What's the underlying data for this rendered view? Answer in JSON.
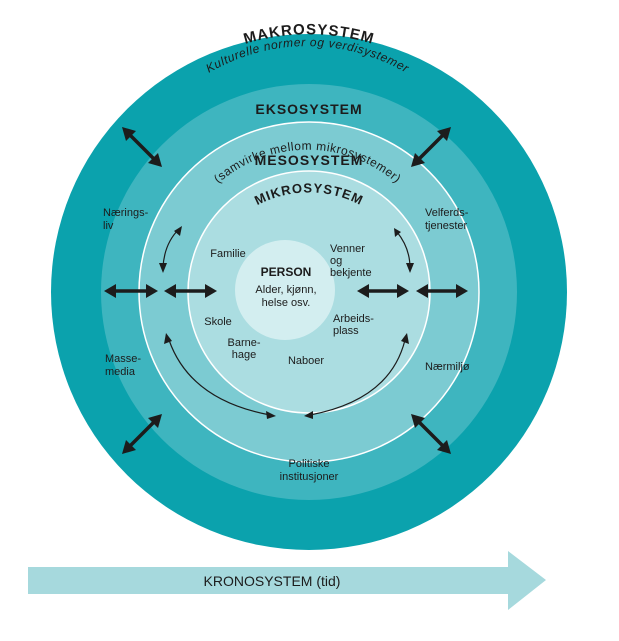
{
  "colors": {
    "makro": "#0ba2ad",
    "ekso": "#3eb5bf",
    "meso": "#7ccbd2",
    "mikro": "#abdde1",
    "person": "#d3eef0",
    "ring_edge": "#ffffff",
    "kronosystem_arrow": "#a6d9dd",
    "arrow": "#1c1c1c"
  },
  "makrosystem": {
    "title": "MAKROSYSTEM",
    "subtitle": "Kulturelle normer og verdisystemer"
  },
  "eksosystem": {
    "title": "EKSOSYSTEM",
    "items": {
      "naeringsliv": [
        "Nærings-",
        "liv"
      ],
      "velferdstjenester": [
        "Velferds-",
        "tjenester"
      ],
      "massemedia": [
        "Masse-",
        "media"
      ],
      "naermiljo": "Nærmiljø",
      "politiske": [
        "Politiske",
        "institusjoner"
      ]
    }
  },
  "mesosystem": {
    "title": "MESOSYSTEM",
    "subtitle": "(samvirke mellom mikrosystemer)"
  },
  "mikrosystem": {
    "title": "MIKROSYSTEM",
    "items": {
      "familie": "Familie",
      "venner": [
        "Venner",
        "og",
        "bekjente"
      ],
      "skole": "Skole",
      "arbeidsplass": [
        "Arbeids-",
        "plass"
      ],
      "barnehage": [
        "Barne-",
        "hage"
      ],
      "naboer": "Naboer"
    }
  },
  "person": {
    "title": "PERSON",
    "lines": [
      "Alder, kjønn,",
      "helse osv."
    ]
  },
  "kronosystem": {
    "label": "KRONOSYSTEM (tid)"
  }
}
